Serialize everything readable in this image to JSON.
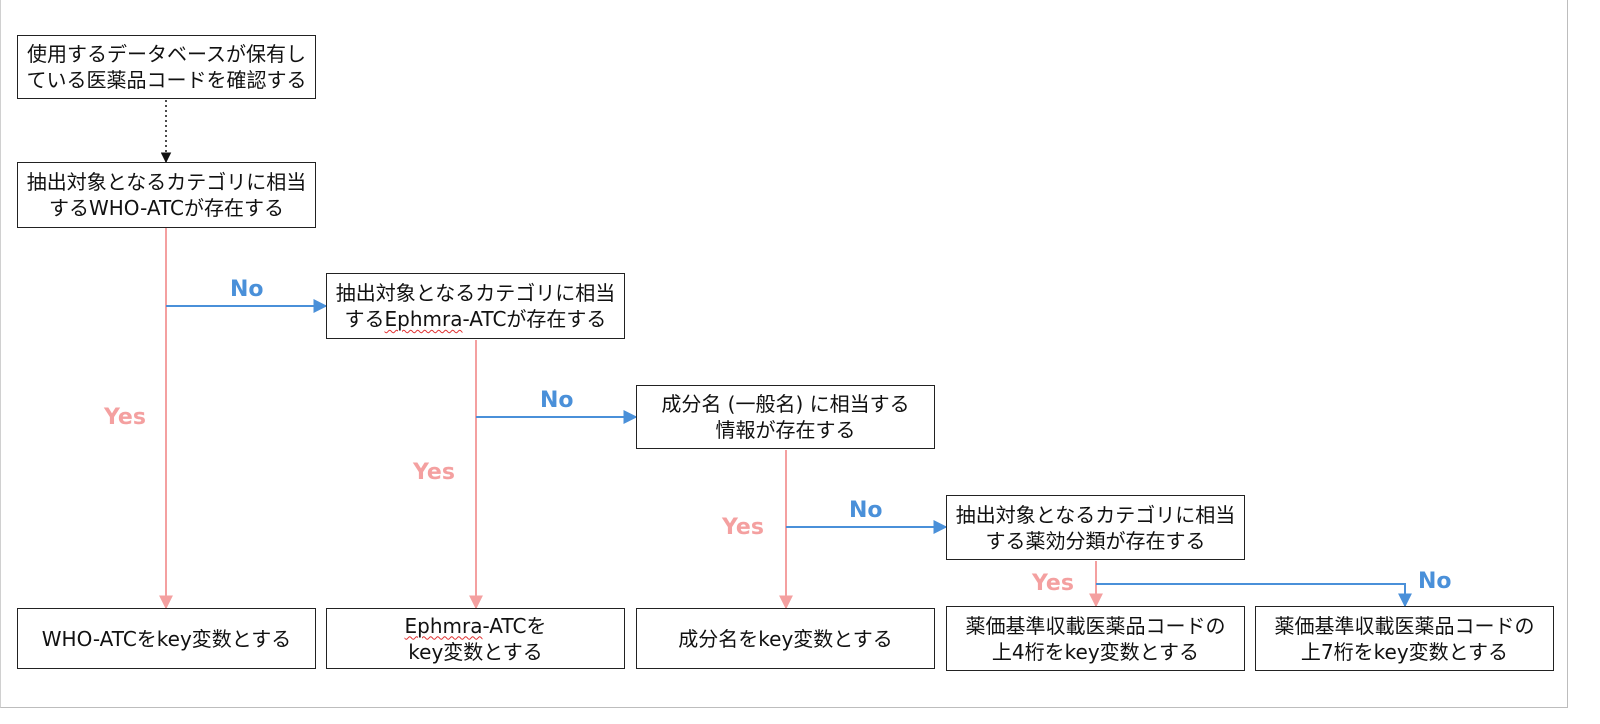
{
  "colors": {
    "yes": "#f4a0a0",
    "no": "#4a90d9",
    "border": "#222222",
    "dotted": "#111111"
  },
  "nodes": {
    "n_confirm": {
      "line1": "使用するデータベースが保有し",
      "line2": "ている医薬品コードを確認する"
    },
    "q_who": {
      "line1": "抽出対象となるカテゴリに相当",
      "line2": "するWHO-ATCが存在する"
    },
    "q_ephmra": {
      "line1": "抽出対象となるカテゴリに相当",
      "line2_pre": "する",
      "line2_sq": "Ephmra",
      "line2_post": "-ATCが存在する"
    },
    "q_generic": {
      "line1": "成分名 (一般名) に相当する",
      "line2": "情報が存在する"
    },
    "q_yakko": {
      "line1": "抽出対象となるカテゴリに相当",
      "line2": "する薬効分類が存在する"
    },
    "r_who": {
      "line1": "WHO-ATCをkey変数とする"
    },
    "r_ephmra": {
      "line1_sq": "Ephmra",
      "line1_post": "-ATCを",
      "line2": "key変数とする"
    },
    "r_generic": {
      "line1": "成分名をkey変数とする"
    },
    "r_upper4": {
      "line1": "薬価基準収載医薬品コードの",
      "line2": "上4桁をkey変数とする"
    },
    "r_upper7": {
      "line1": "薬価基準収載医薬品コードの",
      "line2": "上7桁をkey変数とする"
    }
  },
  "labels": {
    "yes": "Yes",
    "no": "No"
  }
}
